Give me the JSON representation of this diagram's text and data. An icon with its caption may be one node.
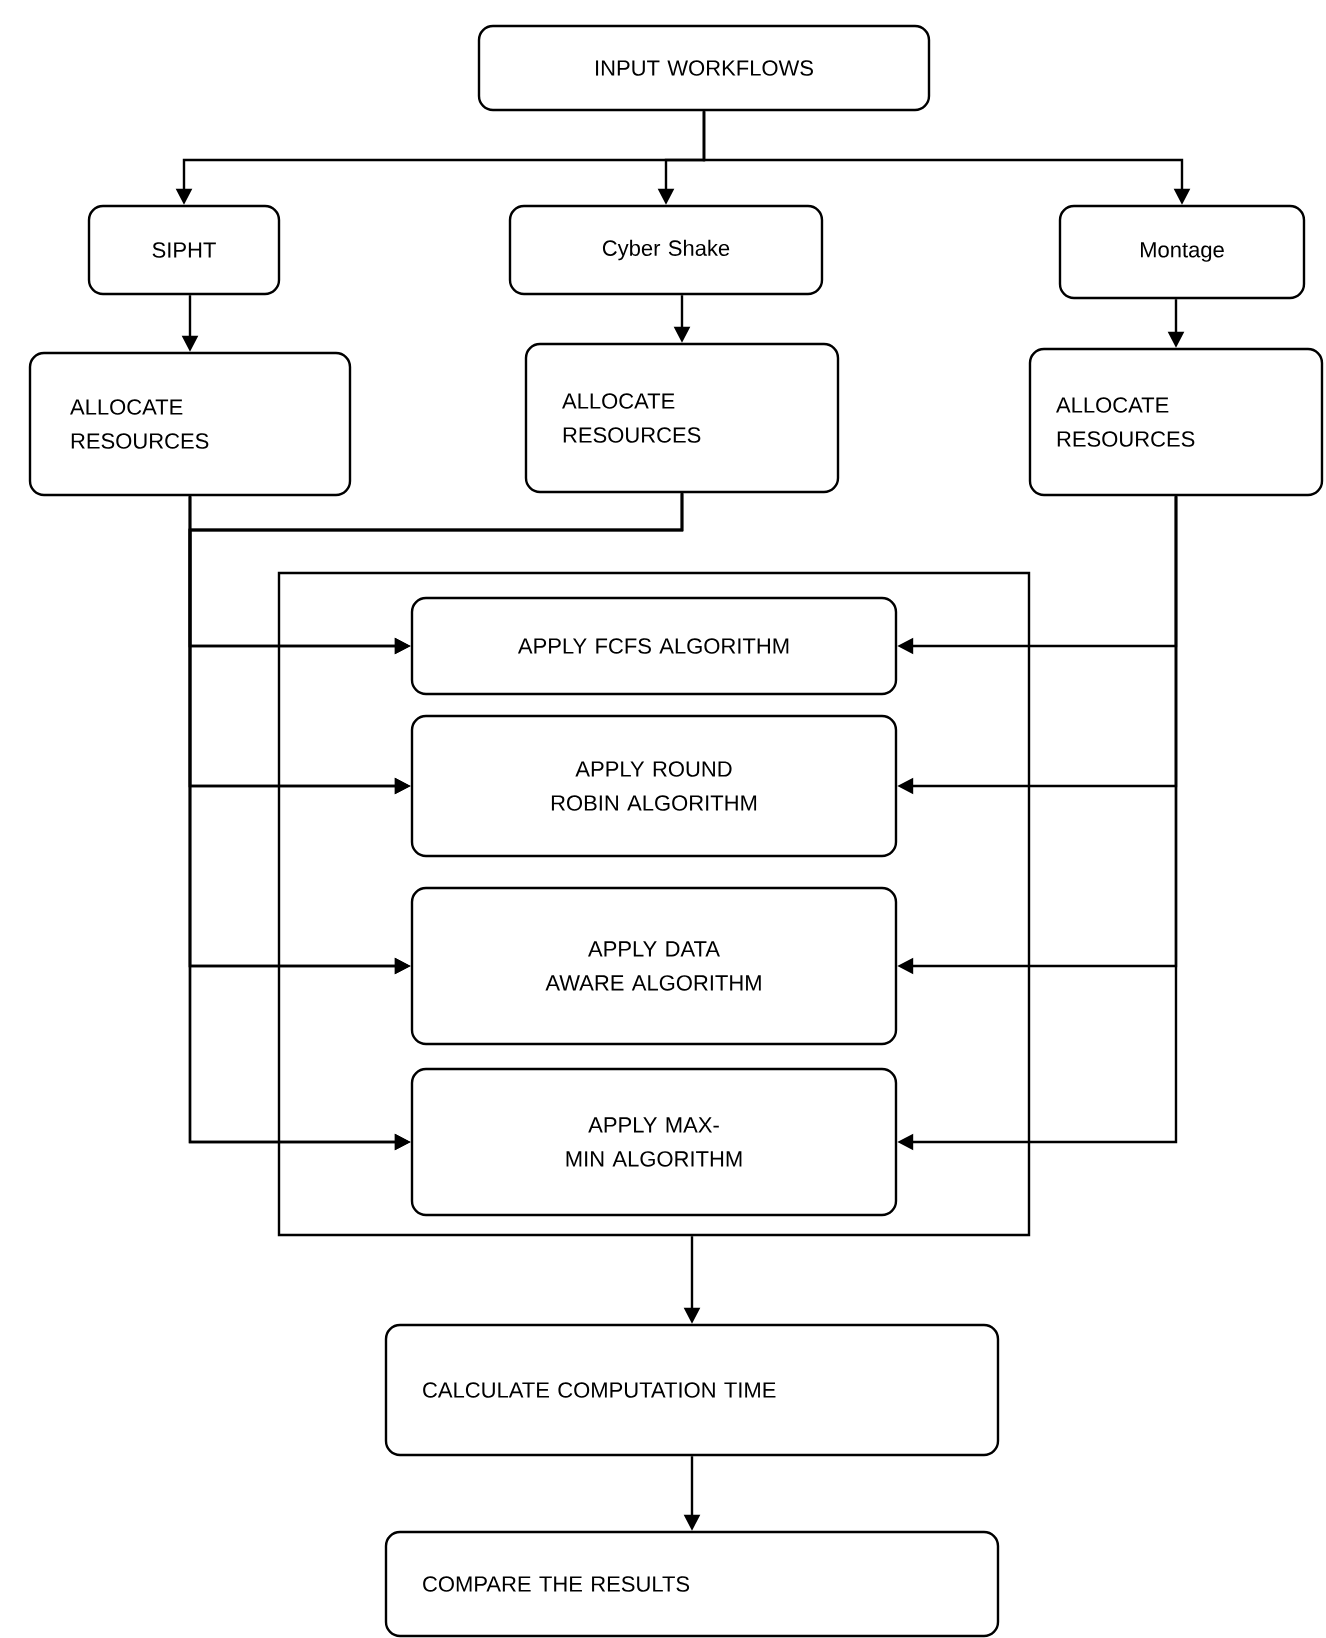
{
  "diagram": {
    "nodes": [
      {
        "text": [
          "INPUT WORKFLOWS"
        ]
      },
      {
        "text": [
          "SIPHT"
        ]
      },
      {
        "text": [
          "Cyber Shake"
        ]
      },
      {
        "text": [
          "Montage"
        ]
      },
      {
        "text": [
          "ALLOCATE RESOURCES"
        ]
      },
      {
        "text": [
          "ALLOCATE RESOURCES"
        ]
      },
      {
        "text": [
          "ALLOCATE RESOURCES"
        ]
      },
      {
        "text": [],
        "shape": "box"
      },
      {
        "text": [
          "APPLY FCFS ALGORITHM"
        ],
        "in": 7
      },
      {
        "text": [
          "APPLY ROUND ROBIN ALGORITHM"
        ],
        "in": 7
      },
      {
        "text": [
          "APPLY DATA AWARE ALGORITHM"
        ],
        "in": 7
      },
      {
        "text": [
          "APPLY MAX-MIN ALGORITHM"
        ],
        "in": 7
      },
      {
        "text": [
          "CALCULATE COMPUTATION TIME"
        ]
      },
      {
        "text": [
          "COMPARE THE RESULTS"
        ]
      }
    ],
    "edges": [
      {
        "from": 0,
        "to": 1,
        "arrow": "to"
      },
      {
        "from": 0,
        "to": 2,
        "arrow": "to"
      },
      {
        "from": 0,
        "to": 3,
        "arrow": "to"
      },
      {
        "from": 1,
        "to": 4,
        "arrow": "to"
      },
      {
        "from": 2,
        "to": 5,
        "arrow": "to"
      },
      {
        "from": 3,
        "to": 6,
        "arrow": "to"
      },
      {
        "from": 4,
        "to": 8,
        "arrow": "to"
      },
      {
        "from": 4,
        "to": 9,
        "arrow": "to"
      },
      {
        "from": 4,
        "to": 10,
        "arrow": "to"
      },
      {
        "from": 4,
        "to": 11,
        "arrow": "to"
      },
      {
        "from": 5,
        "to": 8,
        "arrow": "to"
      },
      {
        "from": 5,
        "to": 9,
        "arrow": "to"
      },
      {
        "from": 5,
        "to": 10,
        "arrow": "to"
      },
      {
        "from": 5,
        "to": 11,
        "arrow": "to"
      },
      {
        "from": 6,
        "to": 8,
        "arrow": "to"
      },
      {
        "from": 6,
        "to": 9,
        "arrow": "to"
      },
      {
        "from": 6,
        "to": 10,
        "arrow": "to"
      },
      {
        "from": 6,
        "to": 11,
        "arrow": "to"
      },
      {
        "from": 7,
        "to": 12,
        "arrow": "to"
      },
      {
        "from": 12,
        "to": 13,
        "arrow": "to"
      }
    ]
  }
}
